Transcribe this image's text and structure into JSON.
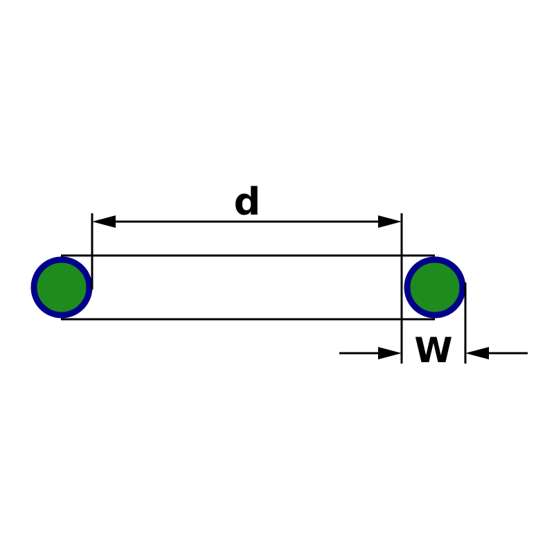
{
  "diagram": {
    "name": "o-ring-dimension-drawing",
    "labels": {
      "inner_diameter": "d",
      "cross_section_width": "W"
    },
    "colors": {
      "background": "#ffffff",
      "ring_fill": "#1e8b1e",
      "ring_stroke": "#00008b",
      "line": "#000000"
    }
  }
}
